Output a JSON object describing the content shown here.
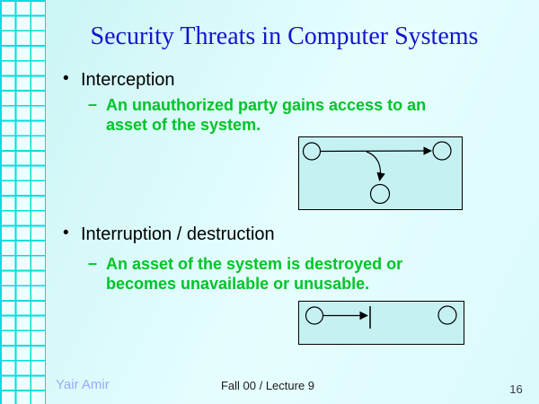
{
  "slide": {
    "title": "Security Threats in Computer Systems",
    "glyphs": {
      "bullet": "•",
      "sub_dash": "–"
    },
    "bullets": [
      {
        "heading": "Interception",
        "detail_lines": {
          "line1": "An unauthorized party gains access to an",
          "line2": "asset of the system."
        }
      },
      {
        "heading": "Interruption / destruction",
        "detail_lines": {
          "line1": "An asset of the system is destroyed or",
          "line2": "becomes unavailable or unusable."
        }
      }
    ],
    "footer": {
      "author": "Yair Amir",
      "course": "Fall 00 / Lecture 9",
      "page_number": "16"
    },
    "colors": {
      "title_blue": "#1414cc",
      "body_black": "#000000",
      "detail_green": "#00c428",
      "author_light_blue": "#96aaff",
      "grid_cyan": "#00dede",
      "slide_background": "#dffcfc",
      "diagram_fill": "#c6f1f3"
    }
  }
}
